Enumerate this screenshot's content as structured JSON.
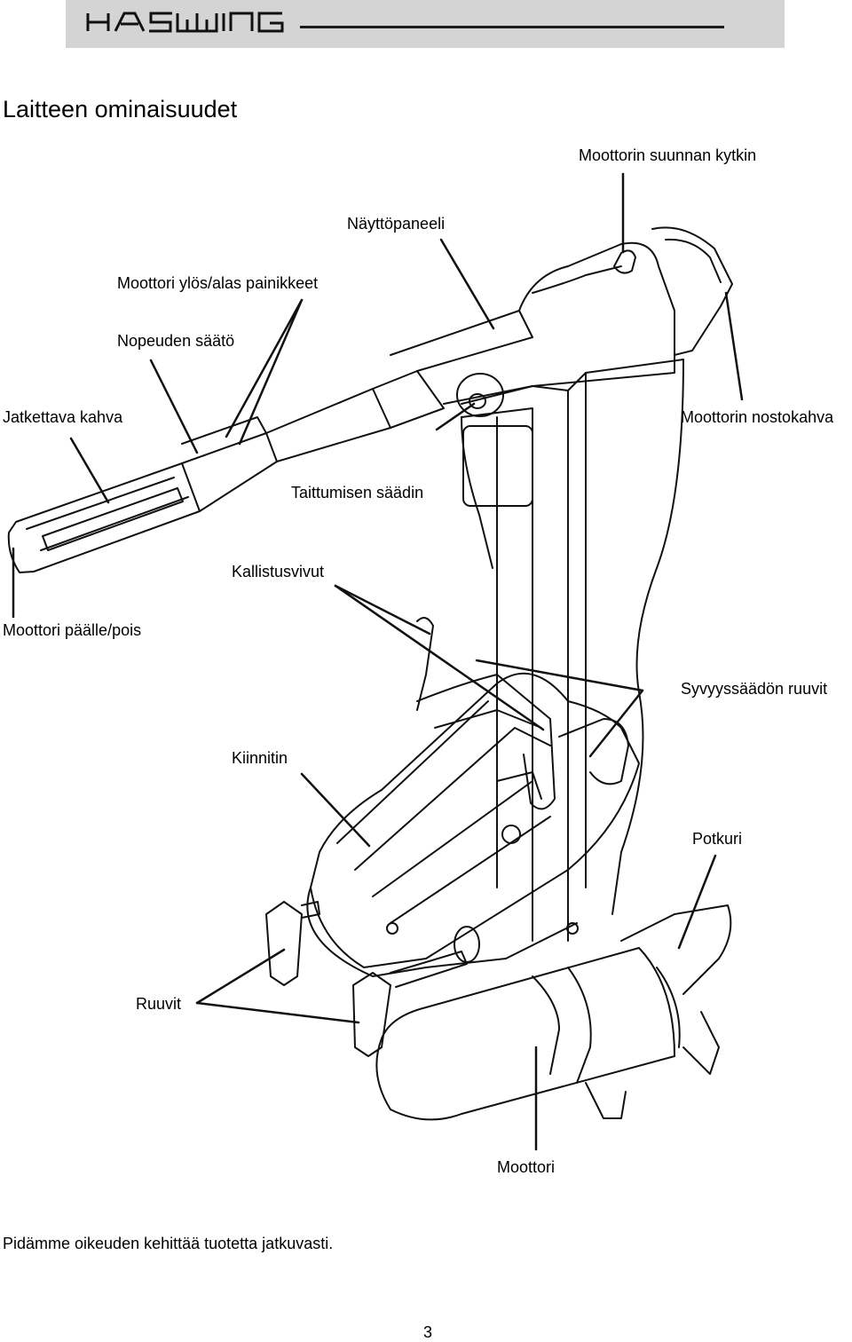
{
  "header": {
    "logo_text": "HASWING"
  },
  "title": "Laitteen ominaisuudet",
  "labels": {
    "direction_switch": "Moottorin suunnan kytkin",
    "display_panel": "Näyttöpaneeli",
    "updown_buttons": "Moottori ylös/alas painikkeet",
    "speed_control": "Nopeuden säätö",
    "telescopic_handle": "Jatkettava kahva",
    "lifting_handle": "Moottorin nostokahva",
    "fold_adjuster": "Taittumisen säädin",
    "tilt_levers": "Kallistusvivut",
    "power_switch": "Moottori päälle/pois",
    "depth_screws": "Syvyyssäädön ruuvit",
    "mount": "Kiinnitin",
    "propeller": "Potkuri",
    "screws": "Ruuvit",
    "motor": "Moottori"
  },
  "footer": {
    "note": "Pidämme oikeuden kehittää tuotetta jatkuvasti.",
    "page_number": "3"
  }
}
